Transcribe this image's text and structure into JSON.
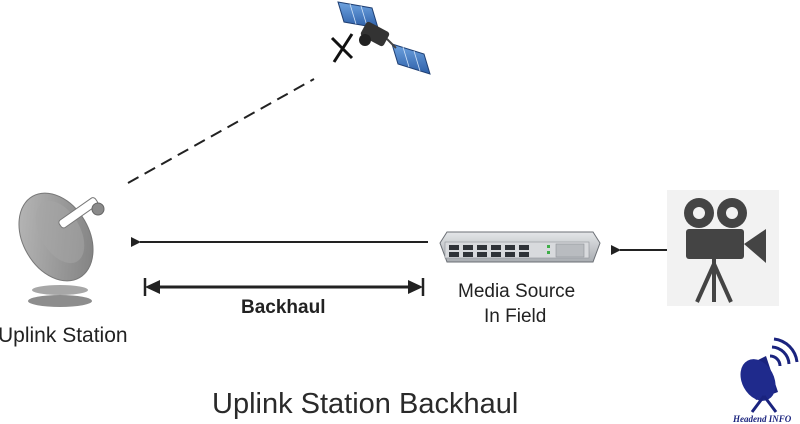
{
  "diagram": {
    "caption": "Uplink Station Backhaul",
    "nodes": {
      "uplink_station": "Uplink Station",
      "media_source_line1": "Media Source",
      "media_source_line2": "In Field"
    },
    "link_label": "Backhaul",
    "icons": [
      "satellite-icon",
      "satellite-dish-icon",
      "network-switch-icon",
      "video-camera-icon",
      "headend-info-logo"
    ],
    "logo_text": "Headend INFO",
    "colors": {
      "line": "#222222",
      "dish": "#9a9a9a",
      "switch": "#c7c9cc",
      "camera": "#444444",
      "logo": "#1a237e"
    }
  }
}
